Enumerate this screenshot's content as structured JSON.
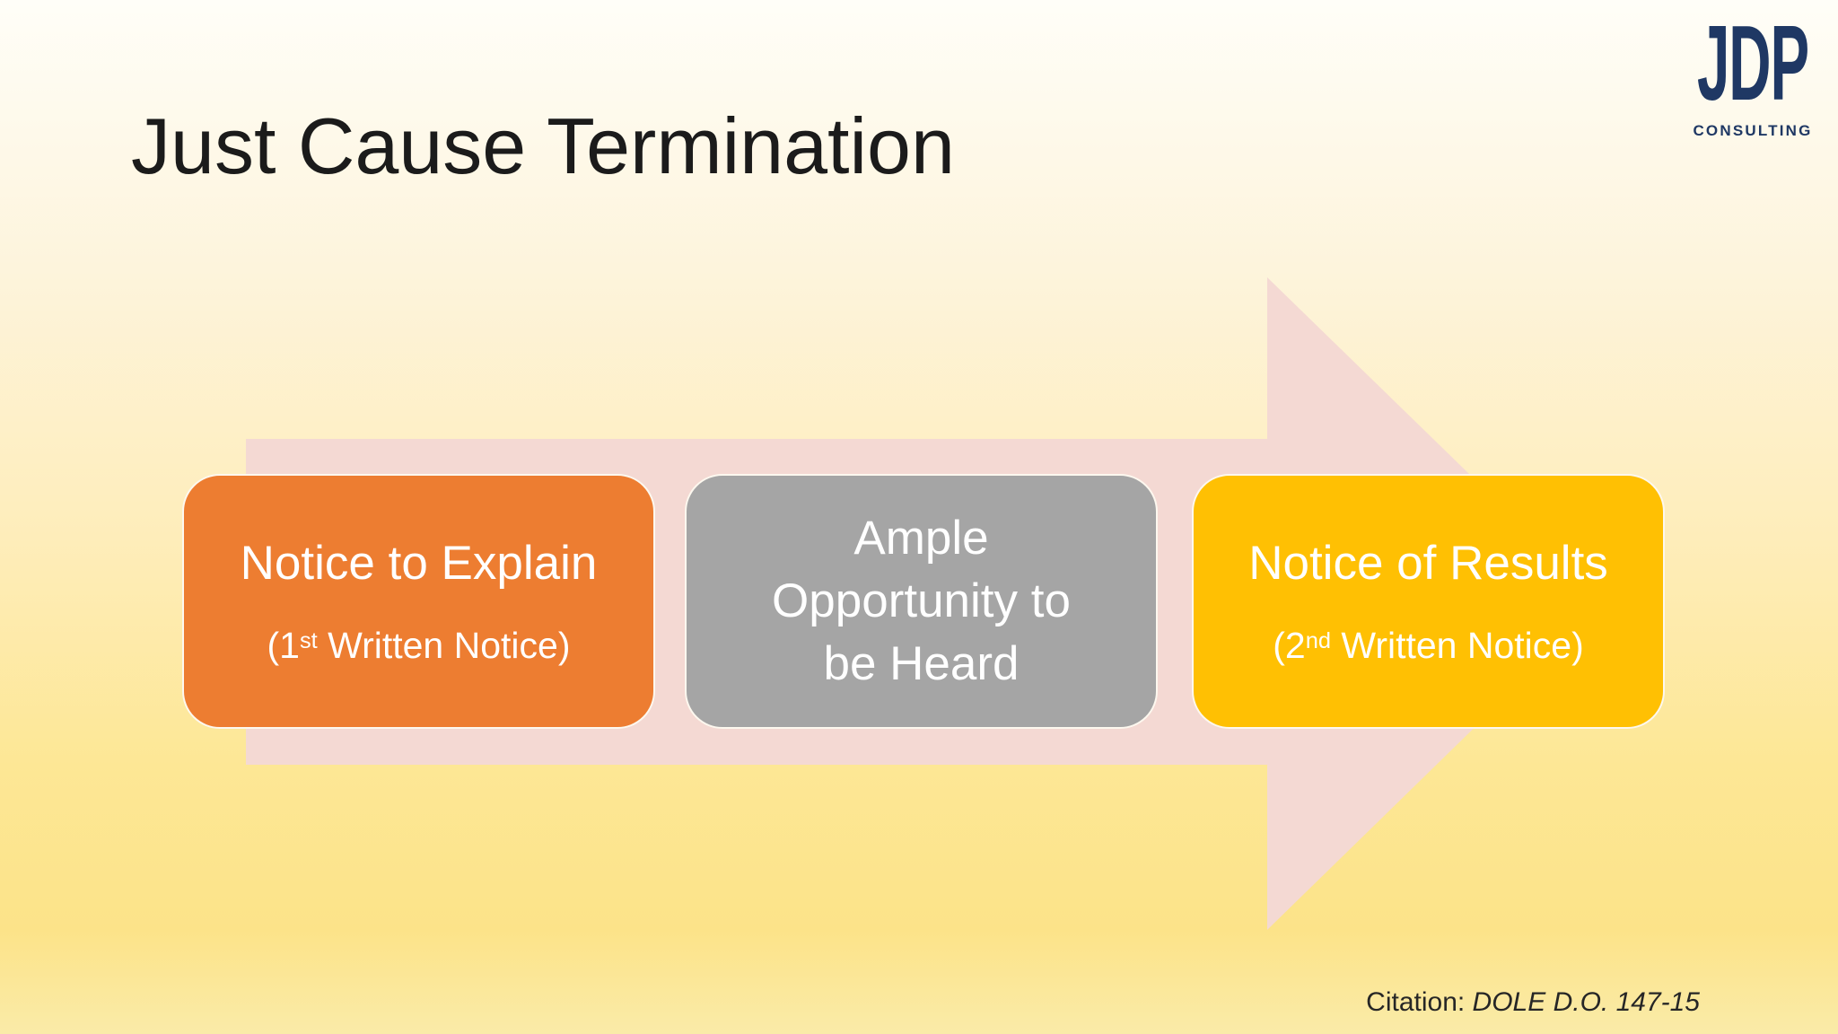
{
  "slide": {
    "title": "Just Cause Termination",
    "logo": {
      "text": "JDP",
      "subtext": "CONSULTING",
      "color": "#1F3864"
    },
    "process": {
      "arrow_color": "#F4D9D3",
      "boxes": [
        {
          "title": "Notice to Explain",
          "sub_prefix": "(1",
          "sub_sup": "st",
          "sub_suffix": " Written Notice)",
          "color": "#ED7D31"
        },
        {
          "lines": [
            "Ample",
            "Opportunity to",
            "be Heard"
          ],
          "color": "#A5A5A5"
        },
        {
          "title": "Notice of Results",
          "sub_prefix": "(2",
          "sub_sup": "nd",
          "sub_suffix": " Written Notice)",
          "color": "#FFC003"
        }
      ]
    },
    "citation": {
      "label": "Citation: ",
      "reference": "DOLE D.O. 147-15"
    },
    "background": {
      "gradient_top": "#FFFEF8",
      "gradient_middle": "#FEEDBA",
      "gradient_bottom": "#FAEBA8",
      "title_color": "#1b1b1b",
      "box_border_color": "#FDF8EF",
      "box_text_color": "#FFFFFF"
    }
  }
}
